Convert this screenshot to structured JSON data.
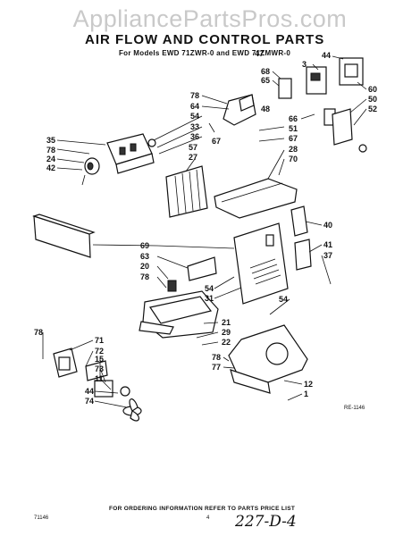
{
  "watermark": "AppliancePartsPros.com",
  "title": "AIR FLOW AND CONTROL PARTS",
  "subtitle": "For Models EWD 71ZWR-0  and EWD 71ZMWR-0",
  "callouts": {
    "c35": "35",
    "c78a": "78",
    "c24": "24",
    "c42": "42",
    "c78b": "78",
    "c64": "64",
    "c54a": "54",
    "c33": "33",
    "c36": "36",
    "c67a": "67",
    "c57": "57",
    "c27": "27",
    "c47": "47",
    "c44": "44",
    "c3": "3",
    "c68": "68",
    "c65": "65",
    "c60": "60",
    "c50": "50",
    "c52": "52",
    "c48": "48",
    "c66": "66",
    "c51": "51",
    "c67b": "67",
    "c28": "28",
    "c70": "70",
    "c40": "40",
    "c41": "41",
    "c37": "37",
    "c69": "69",
    "c63": "63",
    "c20": "20",
    "c78c": "78",
    "c54b": "54",
    "c31": "31",
    "c54c": "54",
    "c21": "21",
    "c29": "29",
    "c22": "22",
    "c78d": "78",
    "c71": "71",
    "c72": "72",
    "c15": "15",
    "c73": "73",
    "c11": "11",
    "c44b": "44",
    "c74": "74",
    "c78e": "78",
    "c77": "77",
    "c12": "12",
    "c1": "1"
  },
  "ref_code": "RE-1146",
  "footer": "FOR ORDERING INFORMATION REFER TO PARTS PRICE LIST",
  "code_left": "71146",
  "page_num": "4",
  "handwriting": "227-D-4"
}
